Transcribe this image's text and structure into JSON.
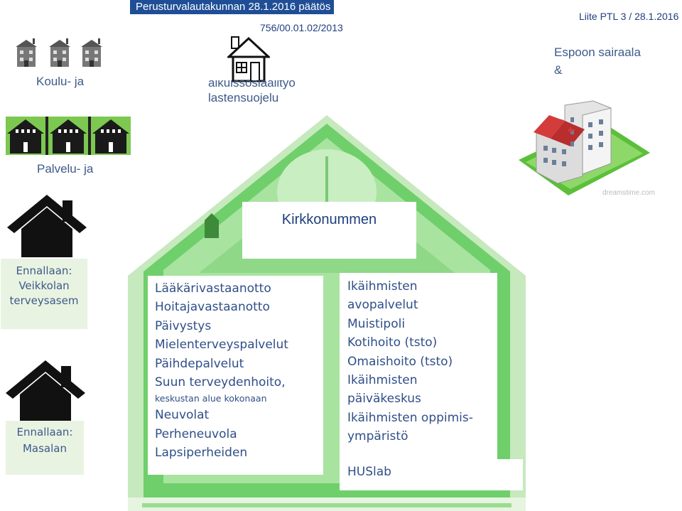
{
  "header": {
    "decision": "Perusturvalautakunnan 28.1.2016 päätös",
    "ref": "756/00.01.02/2013",
    "liite": "Liite PTL 3 / 28.1.2016"
  },
  "labels": {
    "koulu": "Koulu- ja",
    "aikuis_partial": "aikuissosiaalityö",
    "lastensuojelu": "lastensuojelu",
    "espoo": "Espoon sairaala",
    "amp": "&",
    "palvelu": "Palvelu- ja",
    "dreamstime": "dreamstime.com"
  },
  "left_boxes": [
    {
      "lines": [
        "Ennallaan:",
        "Veikkolan",
        "terveysasem"
      ]
    },
    {
      "lines": [
        "Ennallaan:",
        "Masalan"
      ]
    }
  ],
  "center": {
    "title": "Kirkkonummen",
    "left_list": [
      "Lääkärivastaanotto",
      "Hoitajavastaanotto",
      "Päivystys",
      "Mielenterveyspalvelut",
      "Päihdepalvelut",
      "Suun terveydenhoito,"
    ],
    "left_small": "keskustan alue kokonaan",
    "left_list2": [
      "Neuvolat",
      "Perheneuvola",
      "Lapsiperheiden"
    ],
    "right_list": [
      "Ikäihmisten",
      "avopalvelut",
      "Muistipoli",
      "Kotihoito (tsto)",
      "Omaishoito (tsto)",
      "Ikäihmisten",
      "päiväkeskus",
      "Ikäihmisten oppimis-",
      "ympäristö"
    ],
    "husl": "HUSlab"
  },
  "colors": {
    "topbar": "#1f4e96",
    "text_blue": "#3d5a8a",
    "green_light": "#e9f3e1",
    "house_green": "#6fcf6b",
    "house_dark": "#222222"
  }
}
